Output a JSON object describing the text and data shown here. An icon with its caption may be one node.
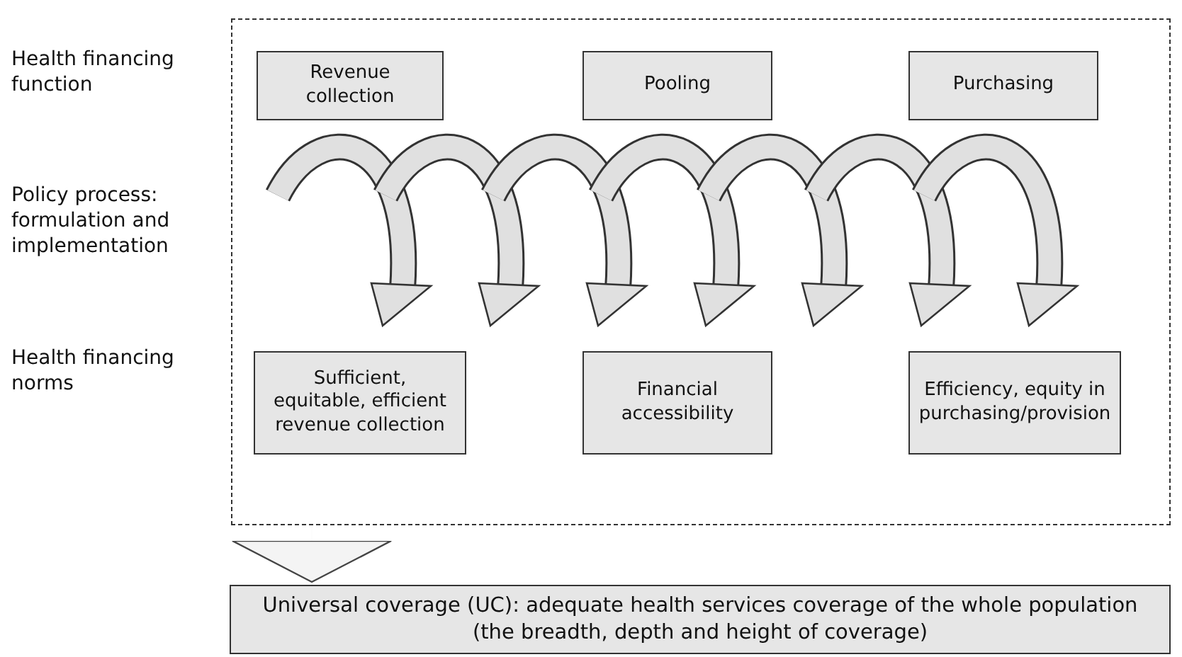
{
  "diagram": {
    "nodes": [
      {
        "text": [],
        "shape": "box"
      },
      {
        "text": [
          "Revenue collection"
        ],
        "in": 0
      },
      {
        "text": [
          "Pooling"
        ],
        "in": 0
      },
      {
        "text": [
          "Purchasing"
        ],
        "in": 0
      },
      {
        "text": [
          "Sufficient, equitable, efficient revenue collection"
        ],
        "in": 0
      },
      {
        "text": [
          "Financial accessibility"
        ],
        "in": 0
      },
      {
        "text": [
          "Efficiency, equity in purchasing/provision"
        ],
        "in": 0
      },
      {
        "text": [
          "Universal coverage (UC): adequate health services coverage of the whole population (the breadth, depth and height of coverage)"
        ]
      }
    ],
    "edges": [
      {
        "from": 0,
        "to": 7,
        "arrow": "to"
      }
    ],
    "labels": [
      "Health financing function",
      "Policy process: formulation and implementation",
      "Health financing norms"
    ]
  }
}
